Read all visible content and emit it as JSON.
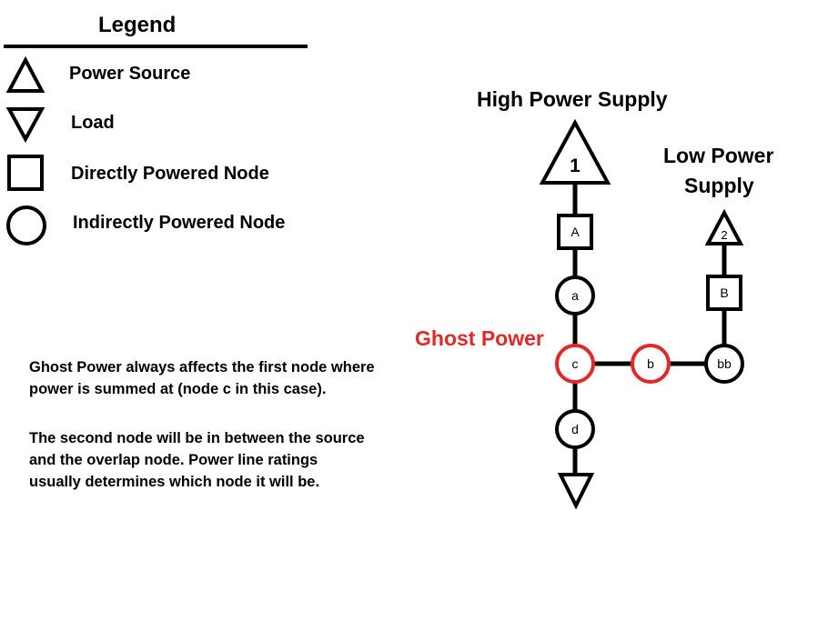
{
  "legend": {
    "title": "Legend",
    "items": [
      {
        "shape": "triangle-up",
        "label": "Power Source"
      },
      {
        "shape": "triangle-down",
        "label": "Load"
      },
      {
        "shape": "square",
        "label": "Directly Powered Node"
      },
      {
        "shape": "circle",
        "label": "Indirectly Powered Node"
      }
    ]
  },
  "diagram": {
    "high_supply_title": "High Power Supply",
    "low_supply_title_line1": "Low Power",
    "low_supply_title_line2": "Supply",
    "ghost_label": "Ghost Power",
    "ghost_color": "#e02a2a",
    "sources": [
      {
        "id": "1",
        "kind": "high"
      },
      {
        "id": "2",
        "kind": "low"
      }
    ],
    "direct_nodes": [
      "A",
      "B"
    ],
    "indirect_nodes": [
      {
        "id": "a",
        "ghost": false
      },
      {
        "id": "c",
        "ghost": true
      },
      {
        "id": "b",
        "ghost": true
      },
      {
        "id": "bb",
        "ghost": false
      },
      {
        "id": "d",
        "ghost": false
      }
    ]
  },
  "notes": {
    "p1_line1": "Ghost Power always affects the first node where",
    "p1_line2": "power is summed at (node c in this case).",
    "p2_line1": "The second node will be in between the source",
    "p2_line2": "and the overlap node. Power line ratings",
    "p2_line3": "usually determines which node it will be."
  }
}
